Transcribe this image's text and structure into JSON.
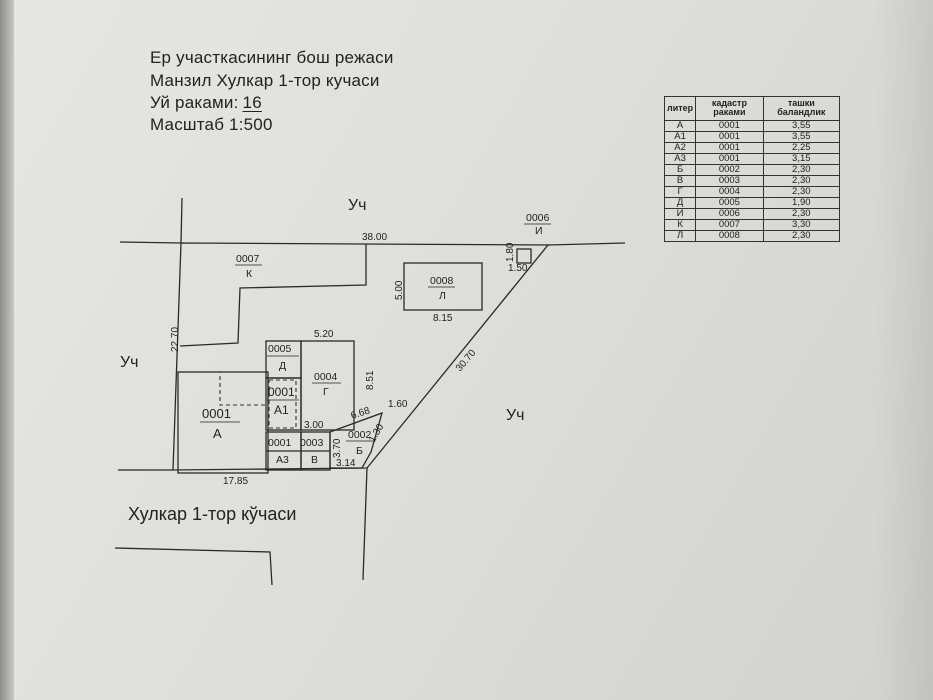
{
  "header": {
    "line1": "Ер участкасининг бош режаси",
    "line2": "Манзил Хулкар 1-тор кучаси",
    "line3_label": "Уй раками:",
    "line3_value": "16",
    "line4": "Масштаб 1:500"
  },
  "legend_table": {
    "headers": [
      "литер",
      "кадастр раками",
      "ташки баландлик"
    ],
    "rows": [
      [
        "А",
        "0001",
        "3,55"
      ],
      [
        "А1",
        "0001",
        "3,55"
      ],
      [
        "А2",
        "0001",
        "2,25"
      ],
      [
        "А3",
        "0001",
        "3,15"
      ],
      [
        "Б",
        "0002",
        "2,30"
      ],
      [
        "В",
        "0003",
        "2,30"
      ],
      [
        "Г",
        "0004",
        "2,30"
      ],
      [
        "Д",
        "0005",
        "1,90"
      ],
      [
        "И",
        "0006",
        "2,30"
      ],
      [
        "К",
        "0007",
        "3,30"
      ],
      [
        "Л",
        "0008",
        "2,30"
      ]
    ]
  },
  "plan": {
    "neighbor_top": "Уч",
    "neighbor_left": "Уч",
    "neighbor_right": "Уч",
    "street_label": "Хулкар 1-тор кўчаси",
    "dimensions": {
      "top": "38.00",
      "left": "22.70",
      "bottom": "17.85",
      "diagonal": "30.70",
      "g_top": "5.20",
      "g_right": "8.51",
      "l_left": "5.00",
      "l_bottom": "8.15",
      "i_left": "1.80",
      "i_bottom": "1.50",
      "d1": "6.68",
      "d2": "1.60",
      "d3": "1.30",
      "d4": "3.00",
      "d5": "3.70",
      "d6": "3.14"
    },
    "buildings": {
      "k_code": "0007",
      "k_letter": "К",
      "l_code": "0008",
      "l_letter": "Л",
      "i_code": "0006",
      "i_letter": "И",
      "d_code": "0005",
      "d_letter": "Д",
      "g_code": "0004",
      "g_letter": "Г",
      "a1_code": "0001",
      "a1_letter": "А1",
      "a_code": "0001",
      "a_letter": "А",
      "a3_code": "0001",
      "a3_letter": "А3",
      "v_code": "0003",
      "v_letter": "В",
      "b_code": "0002",
      "b_letter": "Б"
    }
  }
}
